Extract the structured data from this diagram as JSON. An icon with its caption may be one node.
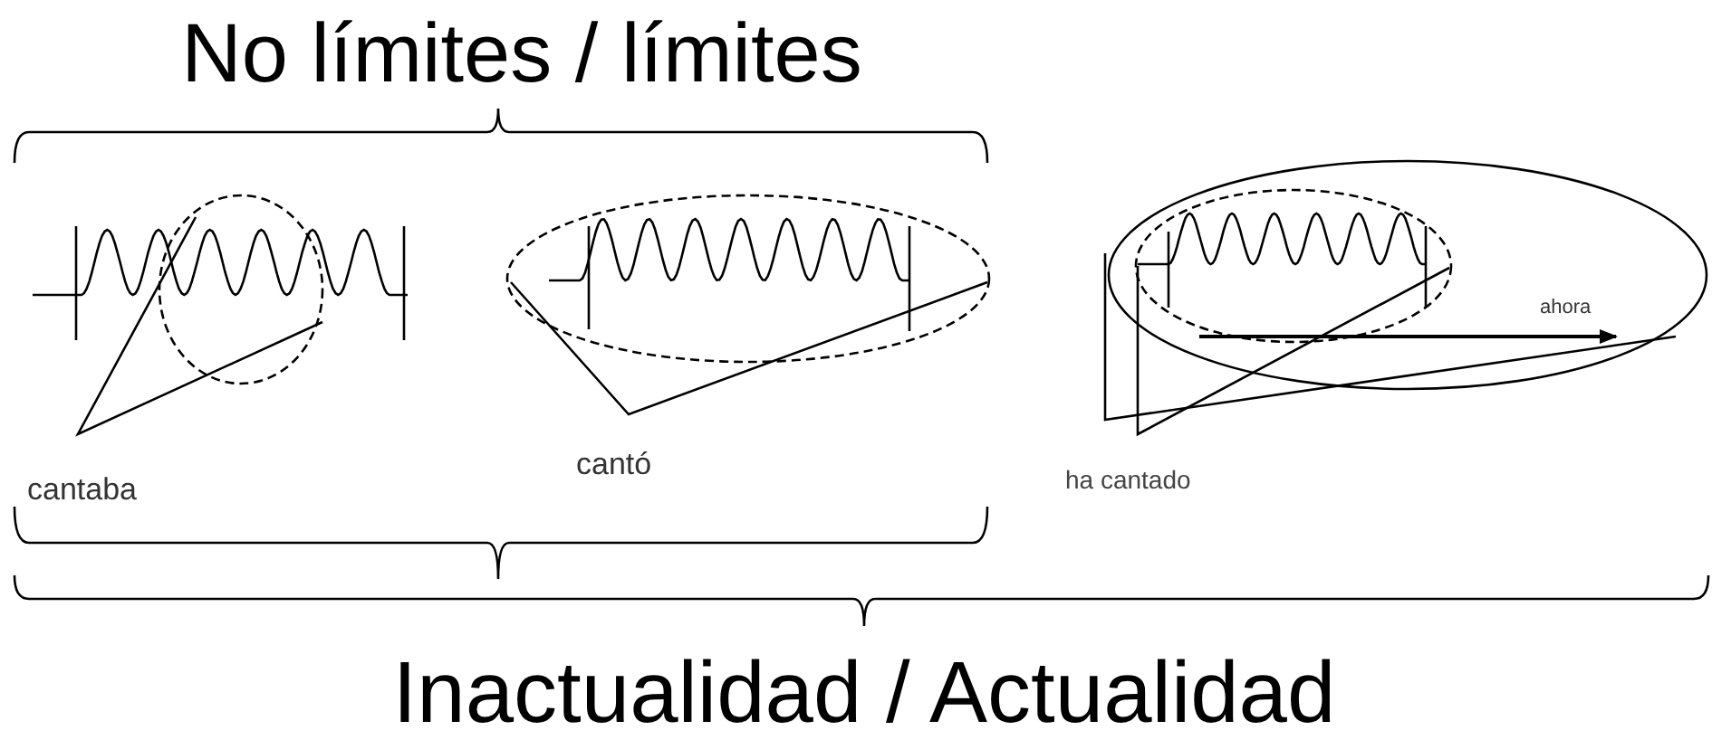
{
  "diagram": {
    "title": "No límites / límites",
    "caption": "Inactualidad / Actualidad",
    "labels": [
      "cantaba",
      "cantó",
      "ha cantado",
      "ahora"
    ]
  }
}
